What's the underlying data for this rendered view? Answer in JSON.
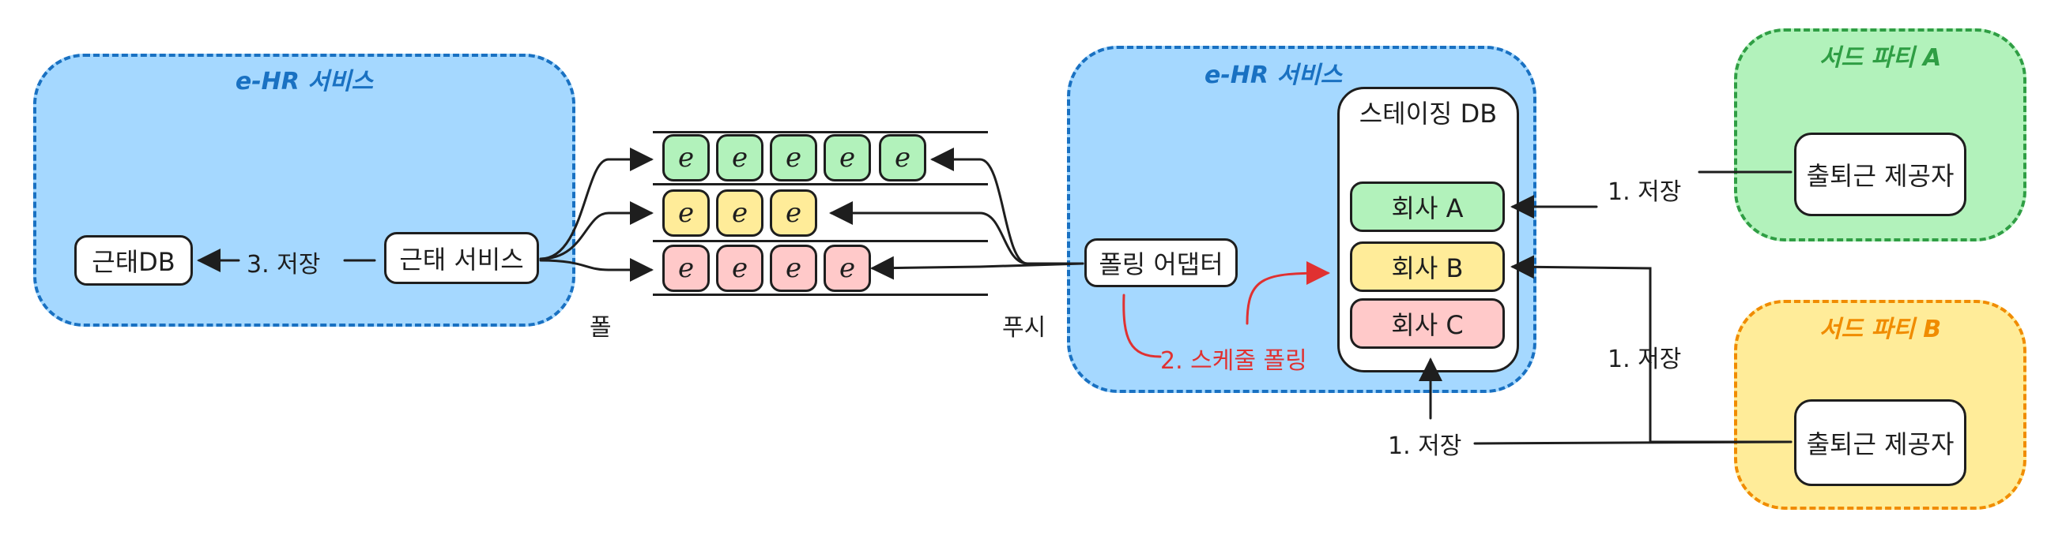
{
  "colors": {
    "blue_fill": "#a5d8ff",
    "blue_stroke": "#1971c2",
    "green_fill": "#b2f2bb",
    "green_stroke": "#2f9e44",
    "yellow_fill": "#ffec99",
    "yellow_stroke": "#f08c00",
    "red_fill": "#ffc9c9",
    "red_accent": "#e03131",
    "ink": "#1e1e1e"
  },
  "left_service": {
    "title": "e-HR 서비스",
    "attendance_db": "근태DB",
    "attendance_service": "근태 서비스",
    "save_label": "3. 저장"
  },
  "queue": {
    "chip_letter": "e",
    "rows": [
      {
        "color": "green",
        "count": 5
      },
      {
        "color": "yellow",
        "count": 3
      },
      {
        "color": "red",
        "count": 4
      }
    ],
    "pull_label": "폴",
    "push_label": "푸시"
  },
  "right_service": {
    "title": "e-HR 서비스",
    "polling_adapter": "폴링 어댑터",
    "schedule_label": "2. 스케줄 폴링",
    "staging_db": "스테이징 DB",
    "companies": [
      "회사 A",
      "회사 B",
      "회사 C"
    ]
  },
  "third_party_a": {
    "title": "서드 파티 A",
    "provider": "출퇴근 제공자"
  },
  "third_party_b": {
    "title": "서드 파티 B",
    "provider": "출퇴근 제공자"
  },
  "store_labels": {
    "a": "1. 저장",
    "b": "1. 저장",
    "c": "1. 저장"
  }
}
